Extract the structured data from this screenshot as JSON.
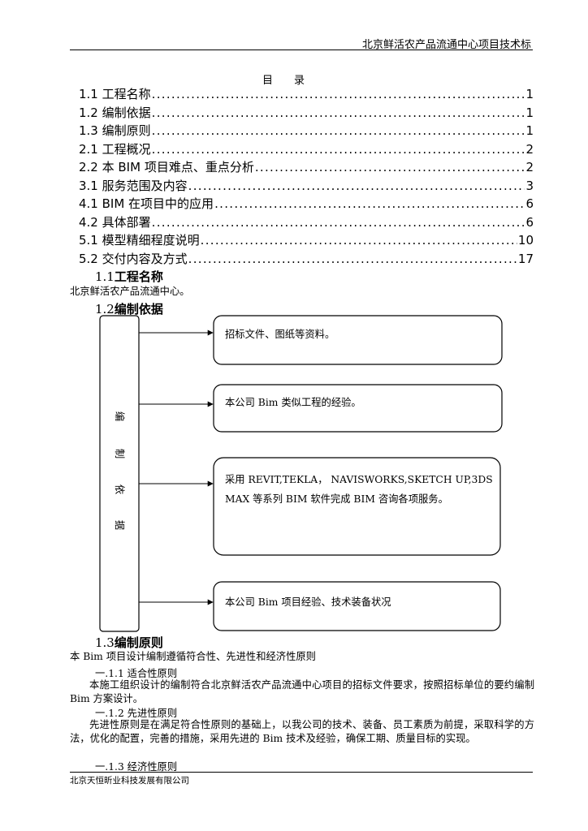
{
  "header": {
    "title": "北京鲜活农产品流通中心项目技术标"
  },
  "toc": {
    "title": "目录",
    "entries": [
      {
        "text": "1.1 工程名称",
        "page": "1"
      },
      {
        "text": "1.2 编制依据",
        "page": "1"
      },
      {
        "text": "1.3 编制原则",
        "page": "1"
      },
      {
        "text": "2.1 工程概况",
        "page": "2"
      },
      {
        "text": "2.2 本 BIM 项目难点、重点分析",
        "page": "2"
      },
      {
        "text": "3.1 服务范围及内容",
        "page": "3"
      },
      {
        "text": "4.1 BIM 在项目中的应用",
        "page": "6"
      },
      {
        "text": "4.2 具体部署",
        "page": "6"
      },
      {
        "text": "5.1 模型精细程度说明",
        "page": "10"
      },
      {
        "text": "5.2 交付内容及方式",
        "page": "17"
      }
    ]
  },
  "section_1_1": {
    "num": "1.1",
    "title": "工程名称",
    "body": "北京鲜活农产品流通中心。"
  },
  "section_1_2": {
    "num": "1.2",
    "title": "编制依据",
    "diagram": {
      "left_label": [
        "编",
        "制",
        "依",
        "据"
      ],
      "boxes": [
        {
          "lines": [
            "招标文件、图纸等资料。"
          ]
        },
        {
          "lines": [
            "本公司 Bim 类似工程的经验。"
          ]
        },
        {
          "lines": [
            "采用 REVIT,TEKLA， NAVISWORKS,SKETCH UP,3DS",
            "MAX 等系列 BIM 软件完成 BIM 咨询各项服务。"
          ]
        },
        {
          "lines": [
            "本公司 Bim 项目经验、技术装备状况"
          ]
        }
      ]
    }
  },
  "section_1_3": {
    "num": "1.3",
    "title": "编制原则",
    "intro": "本 Bim 项目设计编制遵循符合性、先进性和经济性原则",
    "sub1": {
      "label": "一.1.1 适合性原则",
      "text": "本施工组织设计的编制符合北京鲜活农产品流通中心项目的招标文件要求，按照招标单位的要约编制 Bim 方案设计。"
    },
    "sub2": {
      "label": "一.1.2 先进性原则",
      "text": "先进性原则是在满足符合性原则的基础上，以我公司的技术、装备、员工素质为前提，采取科学的方法，优化的配置，完善的措施，采用先进的 Bim 技术及经验，确保工期、质量目标的实现。"
    },
    "sub3": {
      "label": "一.1.3 经济性原则"
    }
  },
  "footer": {
    "company": "北京天恒昕业科技发展有限公司"
  }
}
